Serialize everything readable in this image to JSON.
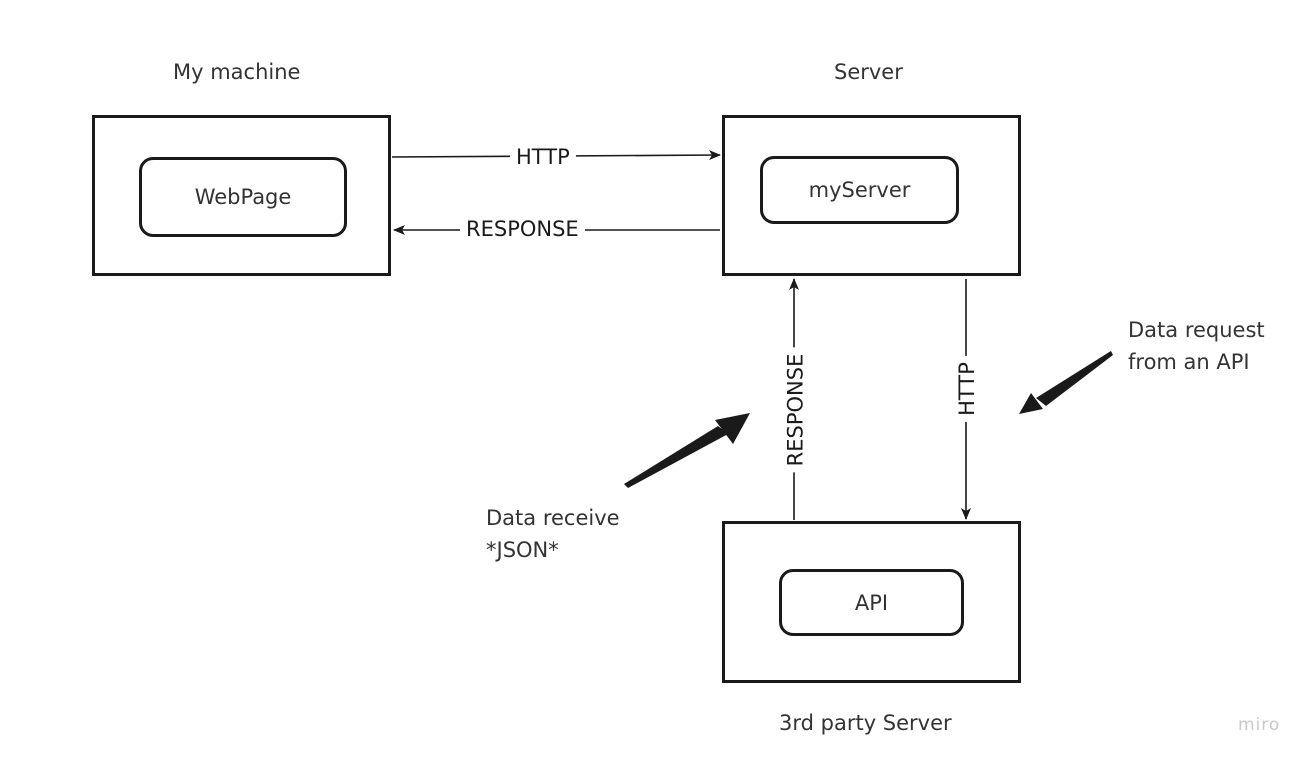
{
  "groups": {
    "my_machine": {
      "title": "My machine",
      "node": "WebPage"
    },
    "server": {
      "title": "Server",
      "node": "myServer"
    },
    "third_party": {
      "title": "3rd party Server",
      "node": "API"
    }
  },
  "connectors": {
    "top_http": "HTTP",
    "top_response": "RESPONSE",
    "vertical_response": "RESPONSE",
    "vertical_http": "HTTP"
  },
  "notes": {
    "data_request": [
      "Data request",
      "from an API"
    ],
    "data_receive": [
      "Data receive",
      "*JSON*"
    ]
  },
  "brand": "miro"
}
